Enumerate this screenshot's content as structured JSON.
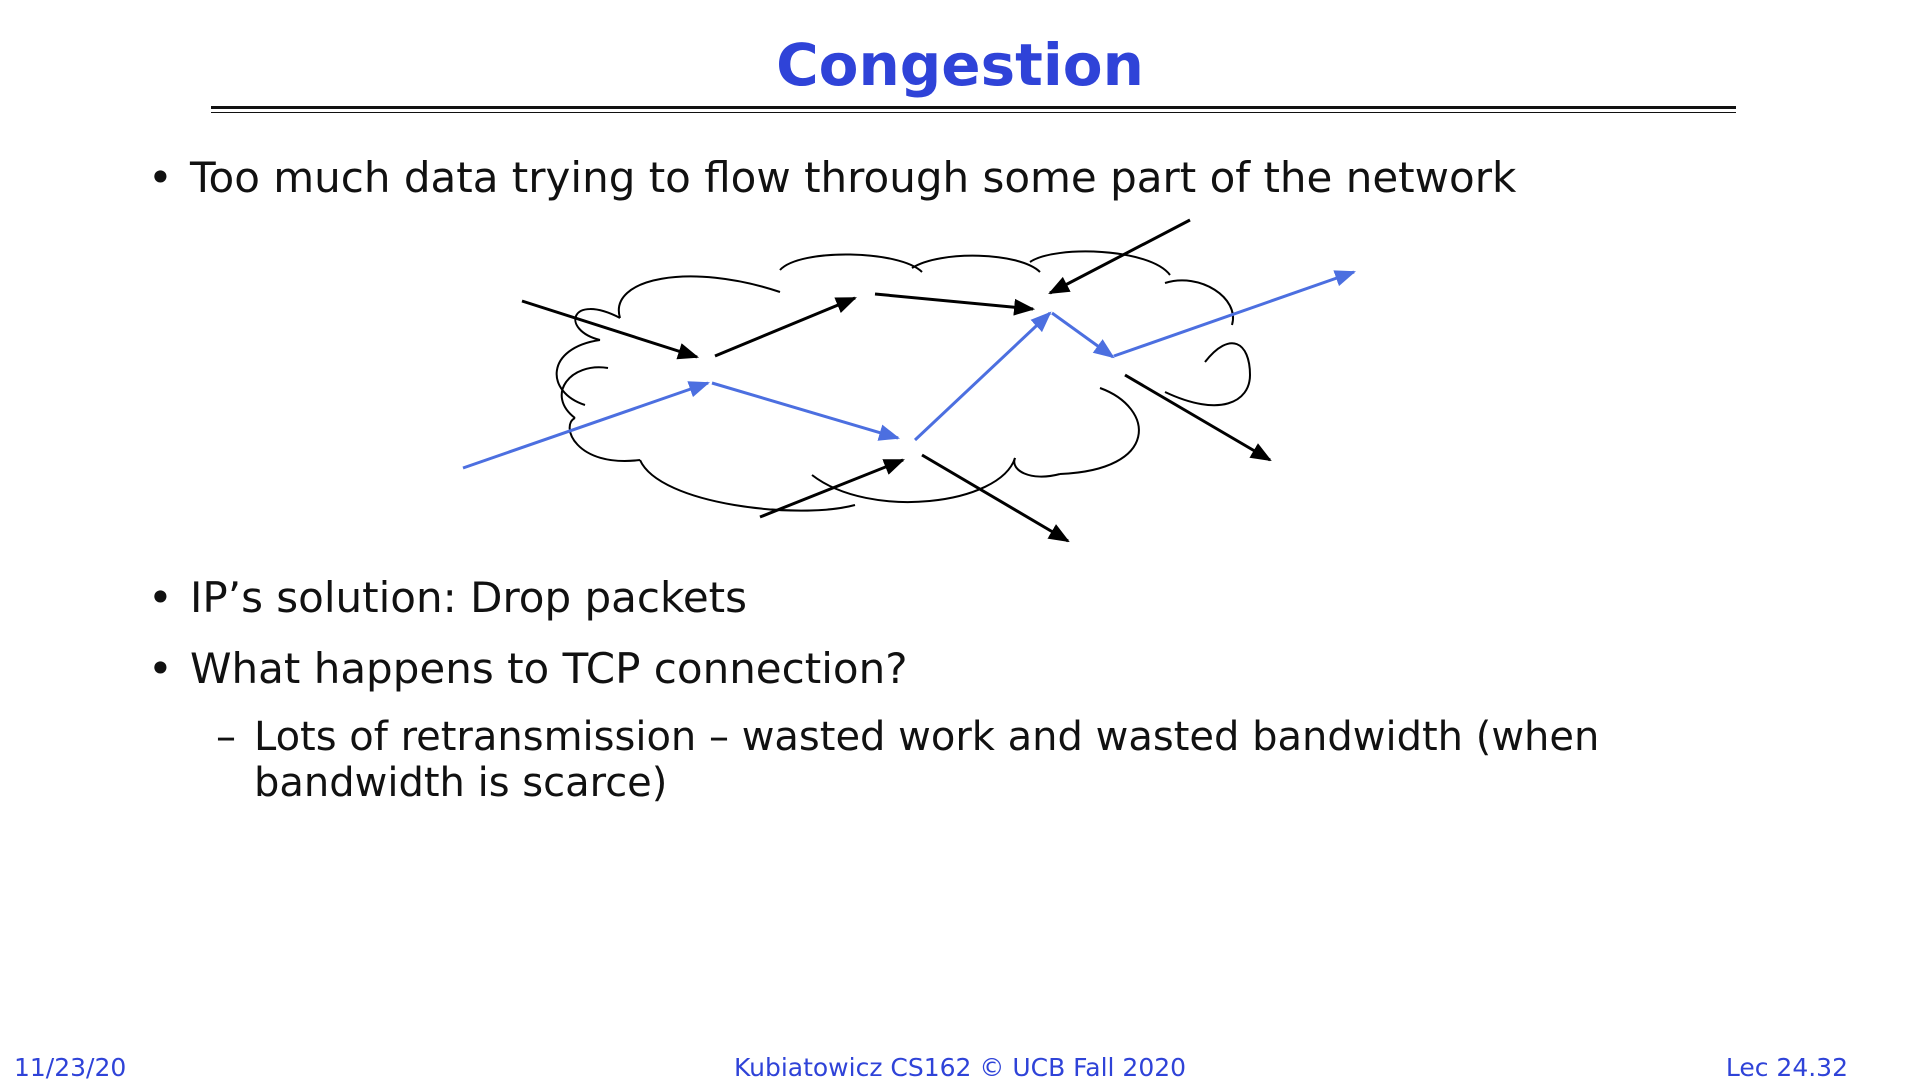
{
  "slide": {
    "title": "Congestion",
    "bullets": [
      {
        "mark": "•",
        "text": "Too much data trying to flow through some part of the network"
      },
      {
        "mark": "•",
        "text": "IP’s solution: Drop packets"
      },
      {
        "mark": "•",
        "text": "What happens to TCP connection?"
      }
    ],
    "sub_bullets": [
      {
        "mark": "–",
        "text": "Lots of retransmission – wasted work and wasted bandwidth (when bandwidth is scarce)"
      }
    ]
  },
  "diagram": {
    "shape": "cloud",
    "colors": {
      "cloud_outline": "#000000",
      "other_flows": "#000000",
      "highlighted_flow": "#4c6fe0"
    }
  },
  "footer": {
    "date": "11/23/20",
    "course": "Kubiatowicz CS162 © UCB Fall 2020",
    "lecture": "Lec 24.32"
  },
  "colors": {
    "title": "#2f43d8",
    "footer": "#2f43d8",
    "text": "#111111",
    "background": "#ffffff"
  }
}
